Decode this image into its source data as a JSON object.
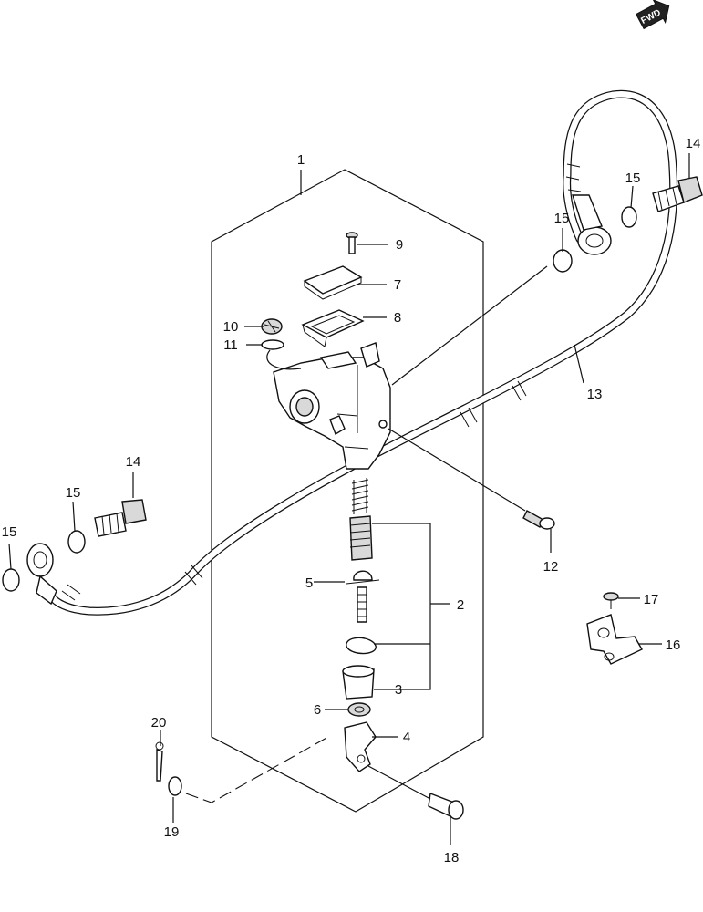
{
  "colors": {
    "ink": "#111111",
    "paper": "#ffffff",
    "shade": "#d9d9d9"
  },
  "fwd_badge": {
    "label": "FWD",
    "icon": "fwd-arrow-icon"
  },
  "callouts": {
    "c1": "1",
    "c2": "2",
    "c3": "3",
    "c4": "4",
    "c5": "5",
    "c6": "6",
    "c7": "7",
    "c8": "8",
    "c9": "9",
    "c10": "10",
    "c11": "11",
    "c12": "12",
    "c13": "13",
    "c14a": "14",
    "c14b": "14",
    "c15a": "15",
    "c15b": "15",
    "c15c": "15",
    "c15d": "15",
    "c16": "16",
    "c17": "17",
    "c18": "18",
    "c19": "19",
    "c20": "20"
  }
}
